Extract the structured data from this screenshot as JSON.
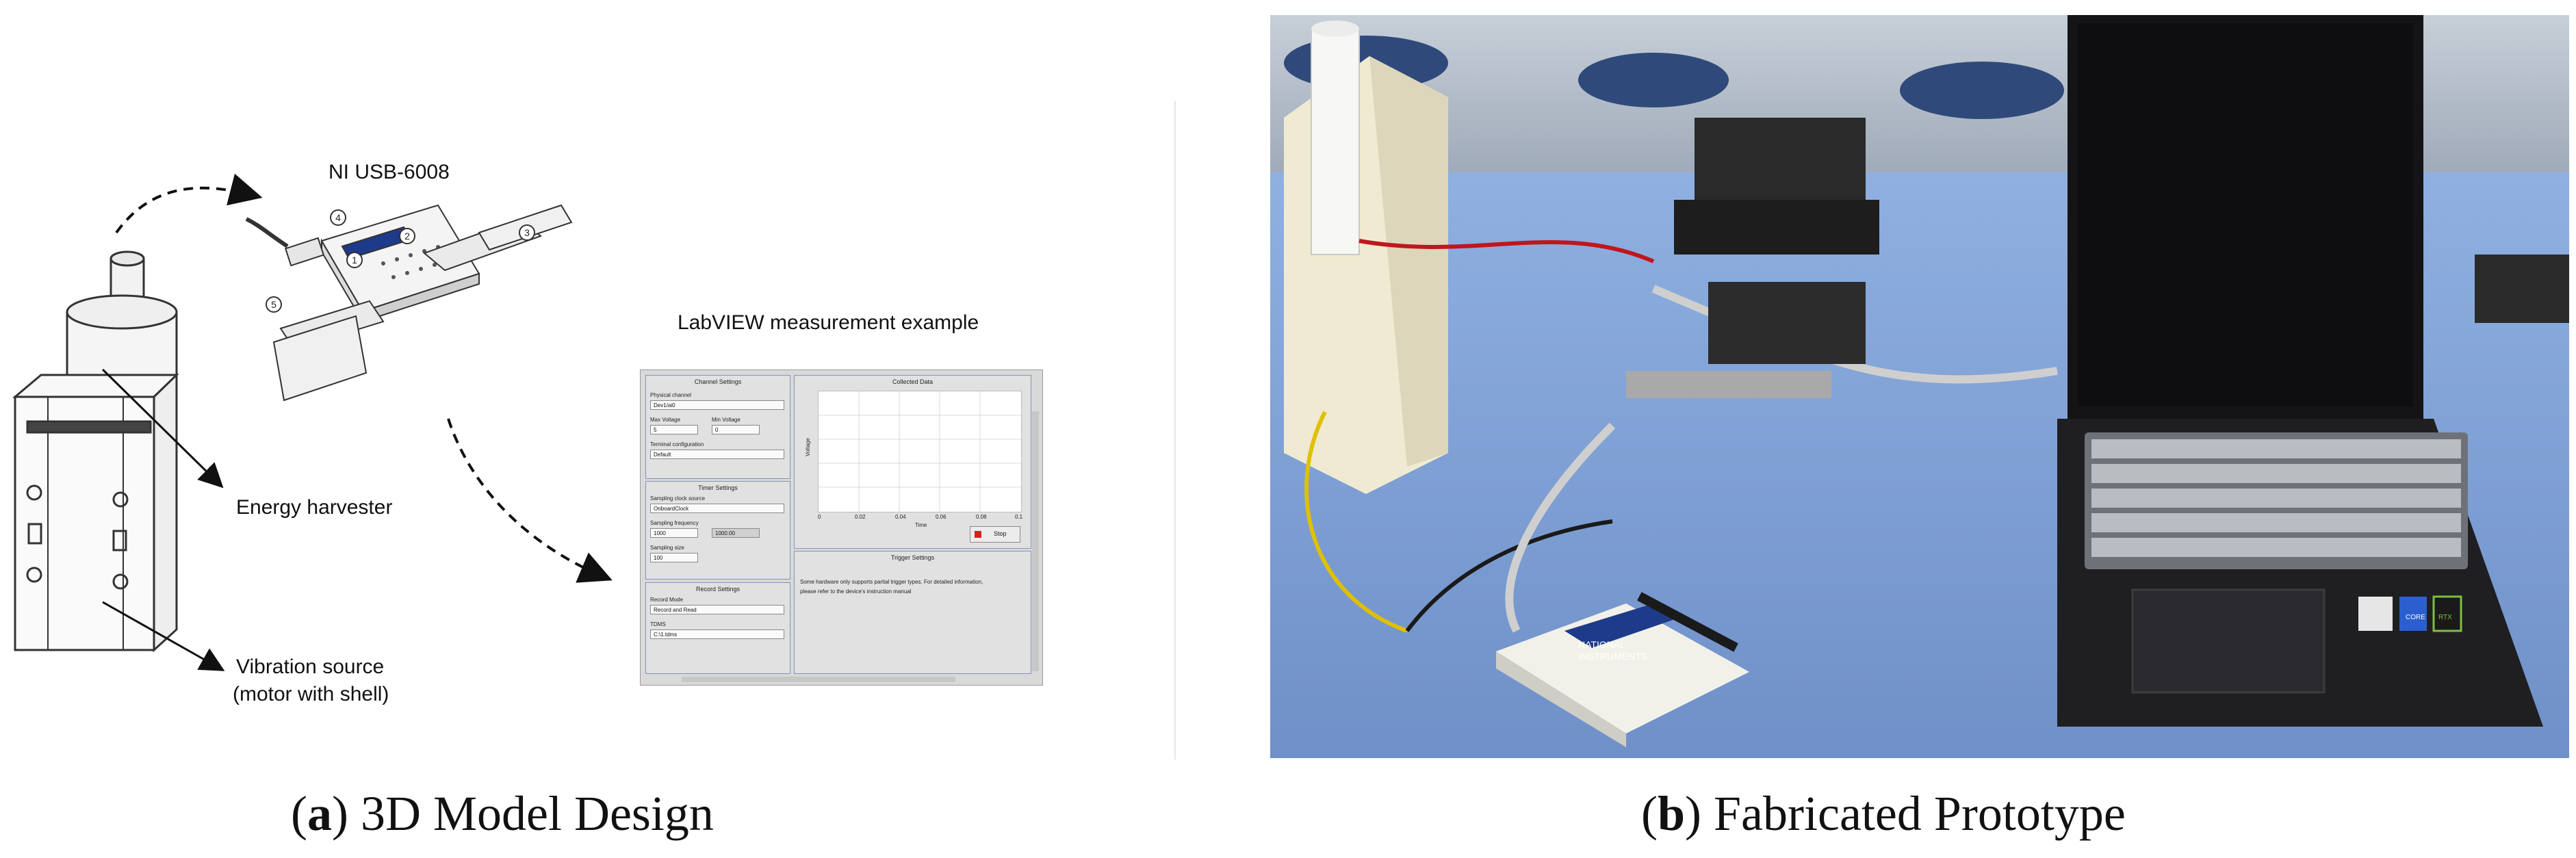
{
  "panel_a": {
    "caption_letter": "a",
    "caption_text": "3D Model Design",
    "daq_label": "NI USB-6008",
    "harvester_label": "Energy harvester",
    "vibration_label_line1": "Vibration source",
    "vibration_label_line2": "(motor with shell)",
    "labview_title": "LabVIEW measurement example",
    "callouts": [
      "1",
      "2",
      "3",
      "4",
      "5"
    ]
  },
  "labview": {
    "channel_settings": "Channel Settings",
    "physical_channel_label": "Physical channel",
    "physical_channel_value": "Dev1/ai0",
    "max_voltage_label": "Max Voltage",
    "max_voltage_value": "5",
    "min_voltage_label": "Min Voltage",
    "min_voltage_value": "0",
    "terminal_config_label": "Terminal configuration",
    "terminal_config_value": "Default",
    "timer_settings": "Timer Settings",
    "sampling_clock_label": "Sampling clock source",
    "sampling_clock_value": "OnboardClock",
    "sampling_freq_label": "Sampling frequency",
    "sampling_freq_value": "1000",
    "sampling_freq_actual": "1000.00",
    "sampling_size_label": "Sampling size",
    "sampling_size_value": "100",
    "record_settings": "Record Settings",
    "record_mode_label": "Record Mode",
    "record_mode_value": "Record and Read",
    "tdms_label": "TDMS",
    "tdms_value": "C:\\1.tdms",
    "collected_data": "Collected Data",
    "voltage_axis": "Voltage",
    "time_axis": "Time",
    "x_ticks": [
      "0",
      "0.02",
      "0.04",
      "0.06",
      "0.08",
      "0.1"
    ],
    "stop_label": "Stop",
    "trigger_settings": "Trigger Settings",
    "trigger_text_line1": "Some hardware only supports partial trigger types. For detailed information,",
    "trigger_text_line2": "please refer to the device's instruction manual"
  },
  "panel_b": {
    "caption_letter": "b",
    "caption_text": "Fabricated Prototype",
    "daq_brand_line1": "NATIONAL",
    "daq_brand_line2": "INSTRUMENTS",
    "laptop_badge_1": "CORE",
    "laptop_badge_2": "RTX"
  },
  "colors": {
    "background": "#ffffff",
    "desk": "#7f9fd3",
    "labview_panel": "#e1e1e1",
    "labview_border": "#7f97b8",
    "stop_red": "#e31b1b",
    "laptop": "#1c1c1e"
  }
}
